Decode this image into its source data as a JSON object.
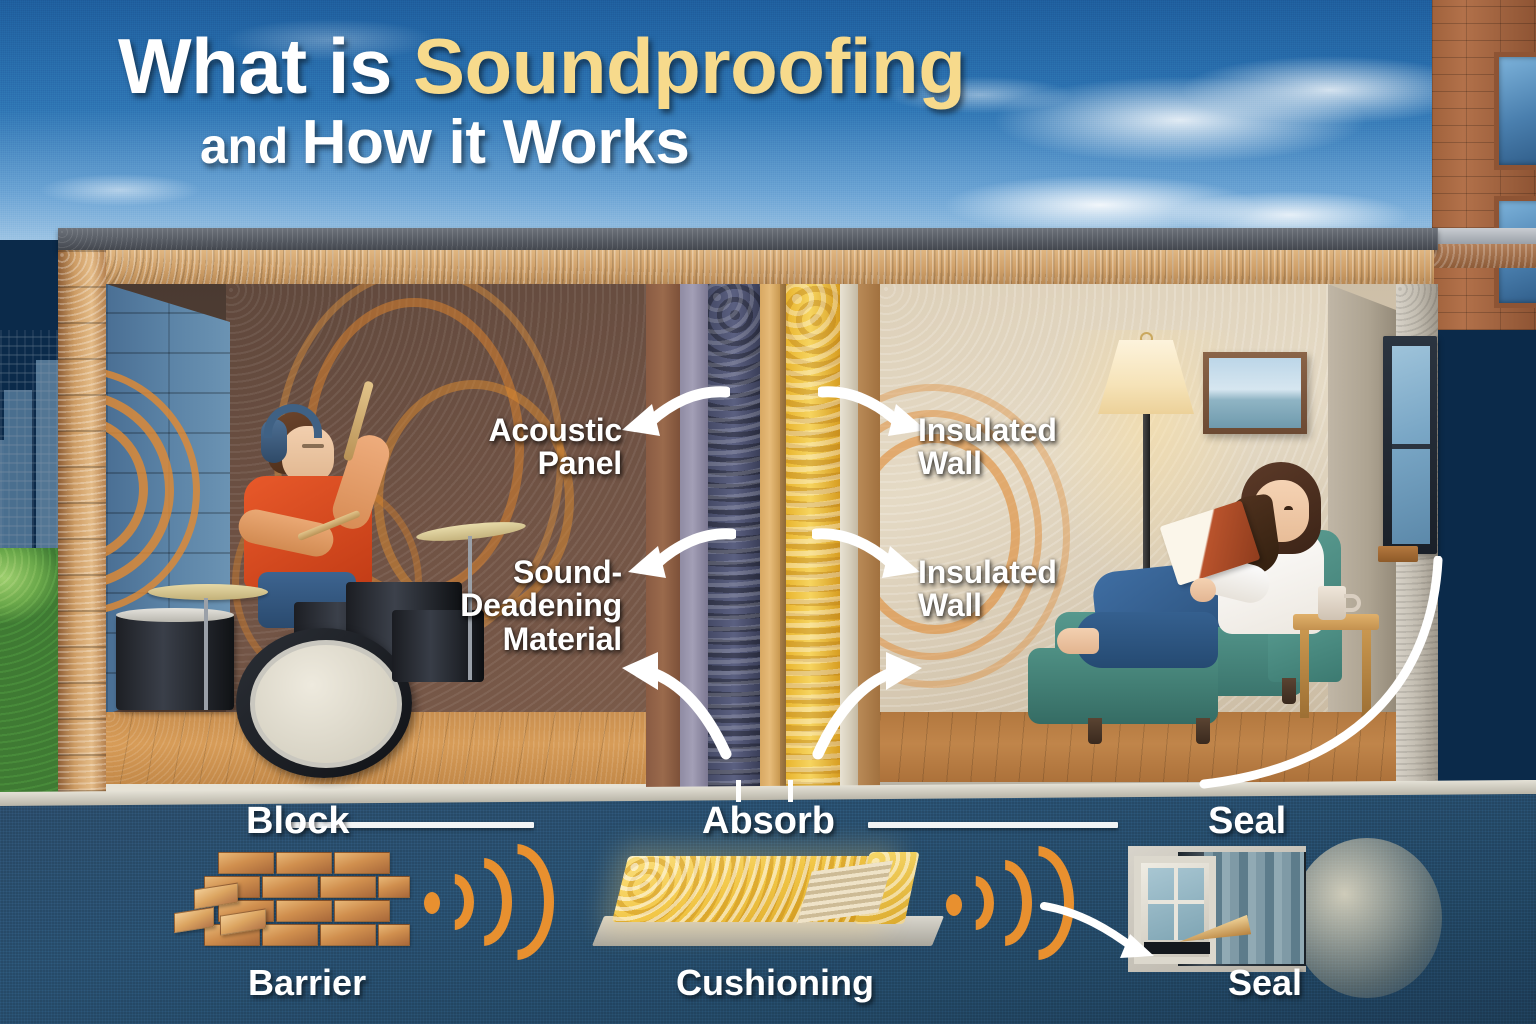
{
  "title": {
    "line1_plain": "What is ",
    "line1_highlight": "Soundproofing",
    "line2_small": "and ",
    "line2_main": "How it Works",
    "color_white": "#ffffff",
    "color_yellow": "#f7da8c",
    "sky_blue": "#2f76b4"
  },
  "diagram": {
    "left_room": {
      "name": "drum-practice-room",
      "description": "Drummer with headphones playing drum kit"
    },
    "right_room": {
      "name": "quiet-living-room",
      "description": "Woman reading a book on a sofa"
    },
    "labels": [
      {
        "id": "acoustic-panel",
        "text": "Acoustic\nPanel",
        "line1": "Acoustic",
        "line2": "Panel"
      },
      {
        "id": "sound-deadening",
        "text": "Sound-\nDeadening\nMaterial",
        "line1": "Sound-",
        "line2": "Deadening",
        "line3": "Material"
      },
      {
        "id": "insulated-wall-1",
        "line1": "Insulated",
        "line2": "Wall"
      },
      {
        "id": "insulated-wall-2",
        "line1": "Insulated",
        "line2": "Wall"
      }
    ],
    "wall_layers": [
      {
        "name": "interior-finish",
        "color": "#9a6a4c"
      },
      {
        "name": "acoustic-panel-layer",
        "color": "#a39fb6"
      },
      {
        "name": "sound-deadening-layer",
        "color": "#5b6081"
      },
      {
        "name": "sheathing-board",
        "color": "#e6bb79"
      },
      {
        "name": "fiberglass-insulation",
        "color": "#f6d45f"
      },
      {
        "name": "drywall-board",
        "color": "#d8d0bd"
      },
      {
        "name": "exterior-finish",
        "color": "#b98a57"
      }
    ],
    "sound_wave_color": "#e08a33"
  },
  "bottom": {
    "columns": [
      {
        "id": "block",
        "title": "Block",
        "subtitle": "Barrier",
        "icon": "brick-wall-icon"
      },
      {
        "id": "absorb",
        "title": "Absorb",
        "subtitle": "Cushioning",
        "icon": "foam-insulation-icon"
      },
      {
        "id": "seal",
        "title": "Seal",
        "subtitle": "Seal",
        "icon": "window-caulk-icon"
      }
    ],
    "panel_color": "#2a5273",
    "divider_color": "#f2f4f5"
  },
  "scenery": {
    "left": "city-skyline-and-trees",
    "right": "brick-building-with-windows",
    "sky": "blue-sky-with-clouds"
  }
}
